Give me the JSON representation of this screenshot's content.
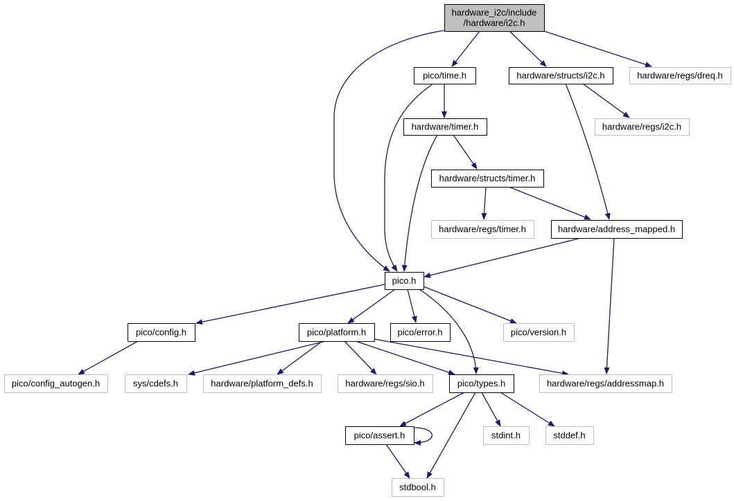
{
  "diagram": {
    "colors": {
      "edge": "#191970",
      "root_fill": "#bfbfbf",
      "root_border": "#000000",
      "documented_border": "#000000",
      "external_border": "#bfbfbf"
    },
    "nodes": [
      {
        "id": "i2c_root",
        "lines": [
          "hardware_i2c/include",
          "/hardware/i2c.h"
        ],
        "kind": "root"
      },
      {
        "id": "pico_time",
        "lines": [
          "pico/time.h"
        ],
        "kind": "documented"
      },
      {
        "id": "hw_structs_i2c",
        "lines": [
          "hardware/structs/i2c.h"
        ],
        "kind": "documented"
      },
      {
        "id": "hw_regs_dreq",
        "lines": [
          "hardware/regs/dreq.h"
        ],
        "kind": "external"
      },
      {
        "id": "hw_timer",
        "lines": [
          "hardware/timer.h"
        ],
        "kind": "documented"
      },
      {
        "id": "hw_regs_i2c",
        "lines": [
          "hardware/regs/i2c.h"
        ],
        "kind": "external"
      },
      {
        "id": "hw_structs_timer",
        "lines": [
          "hardware/structs/timer.h"
        ],
        "kind": "documented"
      },
      {
        "id": "hw_regs_timer",
        "lines": [
          "hardware/regs/timer.h"
        ],
        "kind": "external"
      },
      {
        "id": "hw_address_mapped",
        "lines": [
          "hardware/address_mapped.h"
        ],
        "kind": "documented"
      },
      {
        "id": "pico_h",
        "lines": [
          "pico.h"
        ],
        "kind": "documented"
      },
      {
        "id": "pico_config",
        "lines": [
          "pico/config.h"
        ],
        "kind": "documented"
      },
      {
        "id": "pico_platform",
        "lines": [
          "pico/platform.h"
        ],
        "kind": "documented"
      },
      {
        "id": "pico_error",
        "lines": [
          "pico/error.h"
        ],
        "kind": "documented"
      },
      {
        "id": "pico_version",
        "lines": [
          "pico/version.h"
        ],
        "kind": "external"
      },
      {
        "id": "pico_config_autogen",
        "lines": [
          "pico/config_autogen.h"
        ],
        "kind": "external"
      },
      {
        "id": "sys_cdefs",
        "lines": [
          "sys/cdefs.h"
        ],
        "kind": "external"
      },
      {
        "id": "hw_platform_defs",
        "lines": [
          "hardware/platform_defs.h"
        ],
        "kind": "external"
      },
      {
        "id": "hw_regs_sio",
        "lines": [
          "hardware/regs/sio.h"
        ],
        "kind": "external"
      },
      {
        "id": "pico_types",
        "lines": [
          "pico/types.h"
        ],
        "kind": "documented"
      },
      {
        "id": "hw_regs_addressmap",
        "lines": [
          "hardware/regs/addressmap.h"
        ],
        "kind": "external"
      },
      {
        "id": "pico_assert",
        "lines": [
          "pico/assert.h"
        ],
        "kind": "documented"
      },
      {
        "id": "stdint",
        "lines": [
          "stdint.h"
        ],
        "kind": "external"
      },
      {
        "id": "stddef",
        "lines": [
          "stddef.h"
        ],
        "kind": "external"
      },
      {
        "id": "stdbool",
        "lines": [
          "stdbool.h"
        ],
        "kind": "external"
      }
    ],
    "edges": [
      [
        "i2c_root",
        "pico_h"
      ],
      [
        "i2c_root",
        "pico_time"
      ],
      [
        "i2c_root",
        "hw_structs_i2c"
      ],
      [
        "i2c_root",
        "hw_regs_dreq"
      ],
      [
        "pico_time",
        "pico_h"
      ],
      [
        "pico_time",
        "hw_timer"
      ],
      [
        "hw_timer",
        "pico_h"
      ],
      [
        "hw_timer",
        "hw_structs_timer"
      ],
      [
        "hw_structs_timer",
        "hw_regs_timer"
      ],
      [
        "hw_structs_timer",
        "hw_address_mapped"
      ],
      [
        "hw_structs_i2c",
        "hw_regs_i2c"
      ],
      [
        "hw_structs_i2c",
        "hw_address_mapped"
      ],
      [
        "hw_address_mapped",
        "pico_h"
      ],
      [
        "hw_address_mapped",
        "hw_regs_addressmap"
      ],
      [
        "pico_h",
        "pico_config"
      ],
      [
        "pico_h",
        "pico_platform"
      ],
      [
        "pico_h",
        "pico_error"
      ],
      [
        "pico_h",
        "pico_version"
      ],
      [
        "pico_h",
        "pico_types"
      ],
      [
        "pico_config",
        "pico_config_autogen"
      ],
      [
        "pico_platform",
        "sys_cdefs"
      ],
      [
        "pico_platform",
        "hw_platform_defs"
      ],
      [
        "pico_platform",
        "hw_regs_sio"
      ],
      [
        "pico_platform",
        "pico_types"
      ],
      [
        "pico_platform",
        "hw_regs_addressmap"
      ],
      [
        "pico_types",
        "pico_assert"
      ],
      [
        "pico_types",
        "stdint"
      ],
      [
        "pico_types",
        "stddef"
      ],
      [
        "pico_types",
        "stdbool"
      ],
      [
        "pico_assert",
        "stdbool"
      ],
      [
        "pico_assert",
        "pico_assert"
      ]
    ]
  }
}
